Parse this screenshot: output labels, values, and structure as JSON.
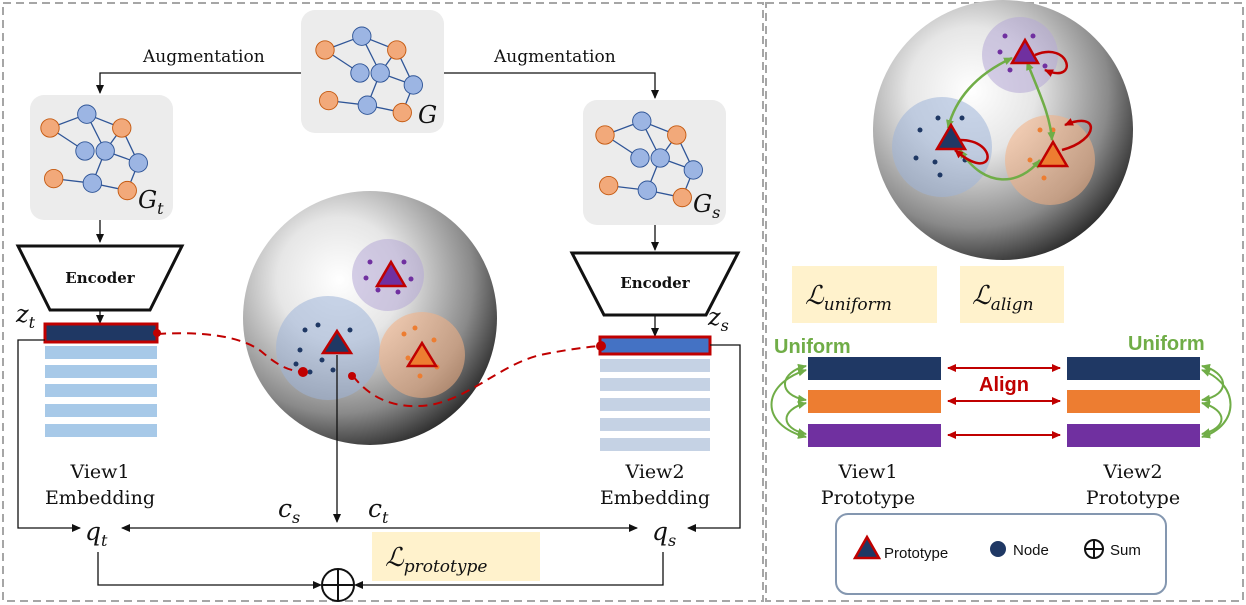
{
  "left_panel": {
    "augmentation_left": "Augmentation",
    "augmentation_right": "Augmentation",
    "graph_center_label": "G",
    "graph_left_label": "G",
    "graph_left_sub": "t",
    "graph_right_label": "G",
    "graph_right_sub": "s",
    "encoder_left": "Encoder",
    "encoder_right": "Encoder",
    "z_left": "z",
    "z_left_sub": "t",
    "z_right": "z",
    "z_right_sub": "s",
    "view1_line1": "View1",
    "view1_line2": "Embedding",
    "view2_line1": "View2",
    "view2_line2": "Embedding",
    "c_s": "c",
    "c_s_sub": "s",
    "c_t": "c",
    "c_t_sub": "t",
    "q_t": "q",
    "q_t_sub": "t",
    "q_s": "q",
    "q_s_sub": "s",
    "loss_prototype": "ℒ",
    "loss_prototype_sub": "prototype"
  },
  "right_panel": {
    "loss_uniform": "ℒ",
    "loss_uniform_sub": "uniform",
    "loss_align": "ℒ",
    "loss_align_sub": "align",
    "uniform_left": "Uniform",
    "uniform_right": "Uniform",
    "align_label": "Align",
    "view1_line1": "View1",
    "view1_line2": "Prototype",
    "view2_line1": "View2",
    "view2_line2": "Prototype"
  },
  "legend": {
    "prototype": "Prototype",
    "node": "Node",
    "sum": "Sum"
  },
  "colors": {
    "orange_node": "#f2a97a",
    "blue_node": "#9cb5e3",
    "navy": "#1f3864",
    "orange": "#ed7d31",
    "purple": "#7030a0",
    "red": "#c00000",
    "green": "#70ad47",
    "highlight": "#fff2cc"
  }
}
